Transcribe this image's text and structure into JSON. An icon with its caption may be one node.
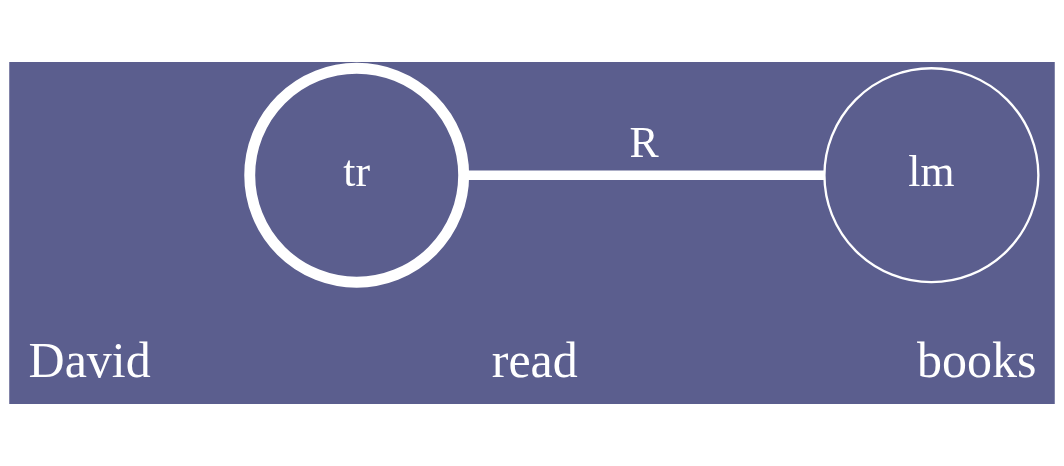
{
  "diagram": {
    "nodes": [
      {
        "text": [
          "tr"
        ],
        "beside": [
          "David"
        ]
      },
      {
        "text": [
          "lm"
        ],
        "beside": [
          "books"
        ]
      }
    ],
    "edges": [
      {
        "from": 0,
        "to": 1,
        "arrow": "none",
        "label": "R"
      }
    ],
    "labels": [
      "read"
    ]
  }
}
